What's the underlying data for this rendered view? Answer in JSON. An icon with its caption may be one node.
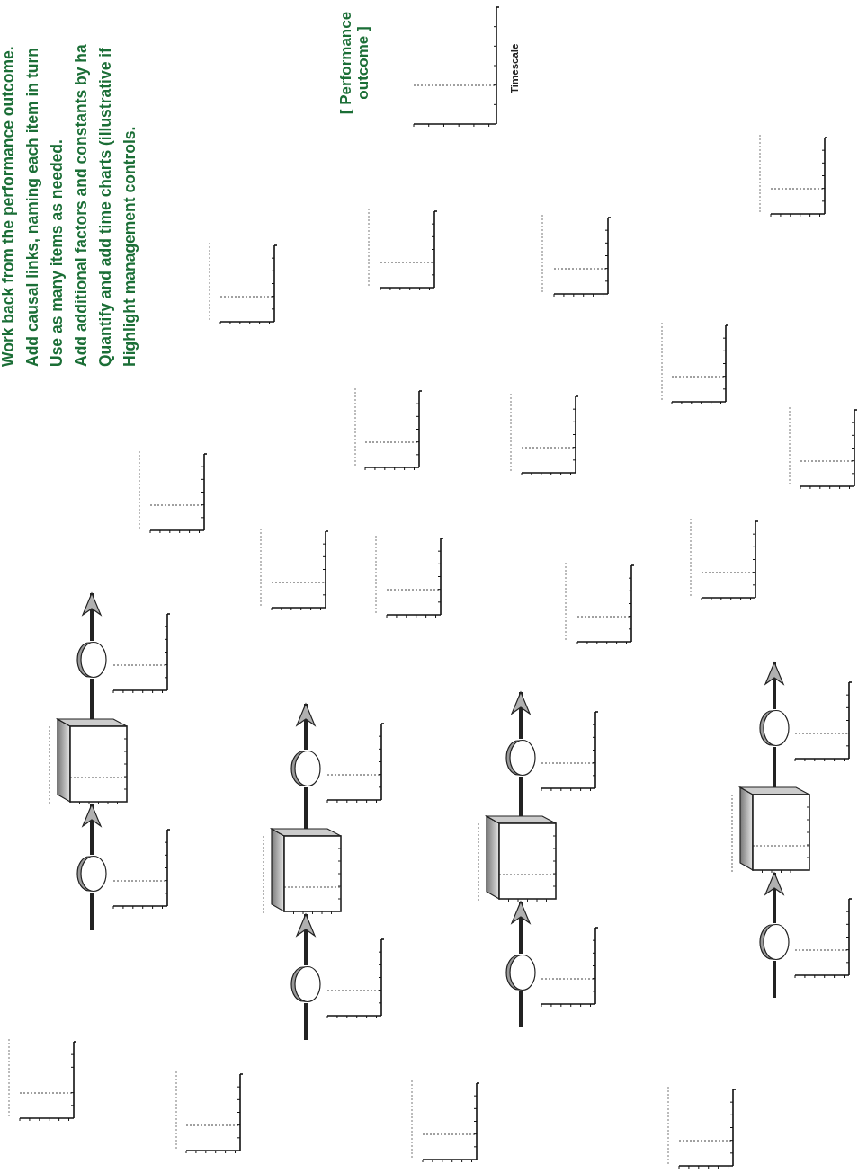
{
  "diagram": {
    "nodes": [
      {
        "text": [],
        "shape": "circle"
      },
      {
        "text": [],
        "shape": "box"
      },
      {
        "text": [],
        "shape": "circle"
      },
      {
        "text": [],
        "shape": "circle"
      },
      {
        "text": [],
        "shape": "box"
      },
      {
        "text": [],
        "shape": "circle"
      },
      {
        "text": [],
        "shape": "circle"
      },
      {
        "text": [],
        "shape": "box"
      },
      {
        "text": [],
        "shape": "circle"
      },
      {
        "text": [],
        "shape": "circle"
      },
      {
        "text": [],
        "shape": "box"
      },
      {
        "text": [],
        "shape": "circle"
      }
    ],
    "edges": [
      {
        "from": null,
        "to": 0,
        "arrow": "none"
      },
      {
        "from": 0,
        "to": 1,
        "arrow": "to"
      },
      {
        "from": 1,
        "to": 2,
        "arrow": "none"
      },
      {
        "from": 2,
        "to": null,
        "arrow": "to"
      },
      {
        "from": null,
        "to": 3,
        "arrow": "none"
      },
      {
        "from": 3,
        "to": 4,
        "arrow": "to"
      },
      {
        "from": 4,
        "to": 5,
        "arrow": "none"
      },
      {
        "from": 5,
        "to": null,
        "arrow": "to"
      },
      {
        "from": null,
        "to": 6,
        "arrow": "none"
      },
      {
        "from": 6,
        "to": 7,
        "arrow": "to"
      },
      {
        "from": 7,
        "to": 8,
        "arrow": "none"
      },
      {
        "from": 8,
        "to": null,
        "arrow": "to"
      },
      {
        "from": null,
        "to": 9,
        "arrow": "none"
      },
      {
        "from": 9,
        "to": 10,
        "arrow": "to"
      },
      {
        "from": 10,
        "to": 11,
        "arrow": "none"
      },
      {
        "from": 11,
        "to": null,
        "arrow": "to"
      }
    ],
    "labels": [
      "Work back from the performance outcome.",
      "Add causal links, naming each item in turn",
      "Use as many items as needed.",
      "Add additional factors and constants by ha",
      "Quantify and add time charts (illustrative if",
      "Highlight management controls.",
      "[ Performance outcome ]",
      "Timescale"
    ]
  }
}
